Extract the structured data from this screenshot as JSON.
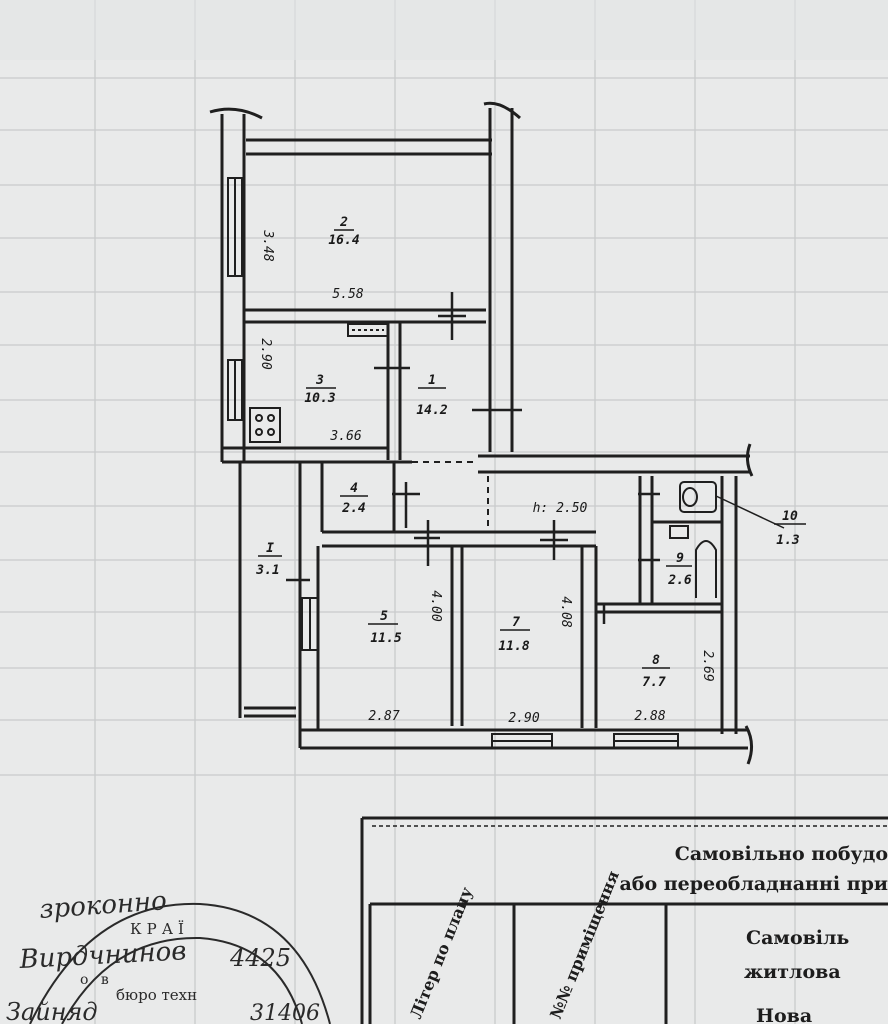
{
  "plan": {
    "rooms": [
      {
        "id": "1",
        "area": "14.2"
      },
      {
        "id": "2",
        "area": "16.4"
      },
      {
        "id": "3",
        "area": "10.3"
      },
      {
        "id": "4",
        "area": "2.4"
      },
      {
        "id": "5",
        "area": "11.5"
      },
      {
        "id": "7",
        "area": "11.8"
      },
      {
        "id": "8",
        "area": "7.7"
      },
      {
        "id": "9",
        "area": "2.6"
      },
      {
        "id": "10",
        "area": "1.3"
      },
      {
        "id": "I",
        "area": "3.1"
      }
    ],
    "dimensions": [
      "3.48",
      "5.58",
      "2.90",
      "3.66",
      "4.00",
      "4.08",
      "2.69",
      "2.87",
      "2.90",
      "2.88"
    ],
    "ceiling_height": "h: 2.50"
  },
  "table": {
    "title_line1": "Самовільно побудо",
    "title_line2": "або переобладнанні при",
    "col1": "Літер по плану",
    "col2": "№№ приміщення",
    "col3_line1": "Самовіль",
    "col3_line2": "житлова",
    "col3_line3": "Нова"
  },
  "stamp": {
    "handwriting_line1": "зроконно",
    "handwriting_line2": "Вирдчнинов",
    "handwriting_line3": "Зайняд",
    "number1": "4425",
    "number2": "31406",
    "ring_text1": "КРАЇ",
    "ring_text2": "бюро техн",
    "ring_text3": "о в"
  }
}
